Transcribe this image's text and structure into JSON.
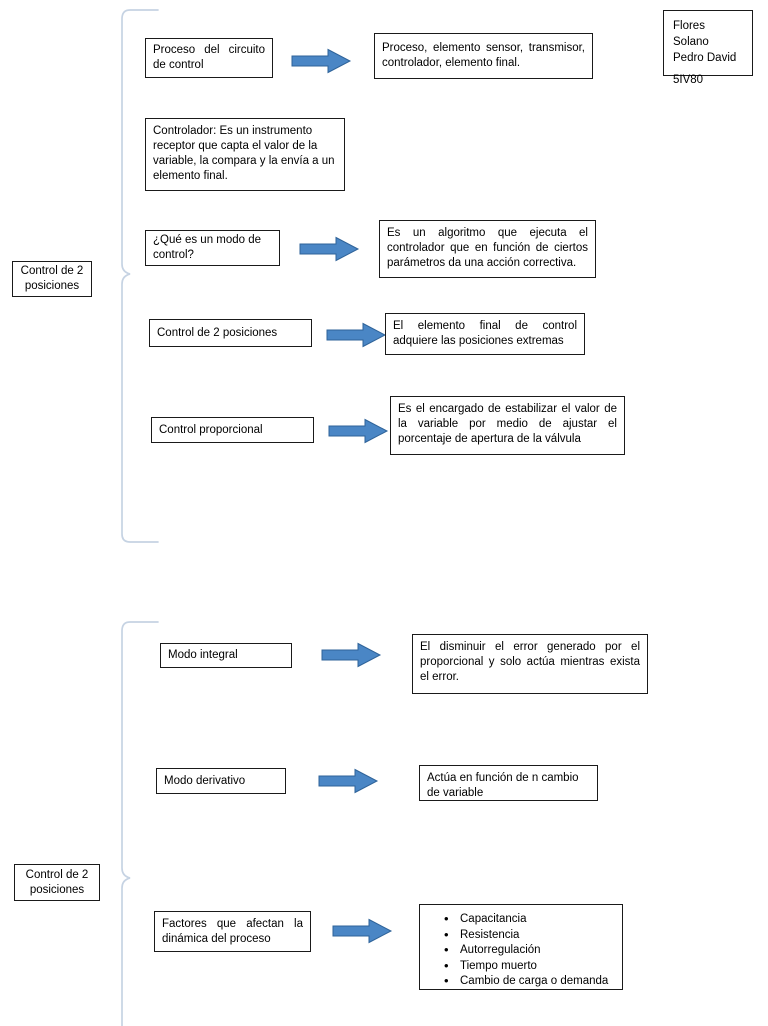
{
  "document": {
    "title": "Control de 2 posiciones - mapa conceptual",
    "colors": {
      "box_border": "#1a1a1a",
      "bracket": "#c6d3e3",
      "arrow_fill": "#4a86c5",
      "arrow_stroke": "#2f6399",
      "background": "#ffffff",
      "text": "#000000"
    }
  },
  "author_card": {
    "name_line1": "Flores Solano",
    "name_line2": "Pedro David",
    "group": "5IV80"
  },
  "section_top": {
    "root_label": "Control de 2 posiciones",
    "rows": [
      {
        "prompt": "Proceso del circuito de control",
        "arrow": "right-arrow-icon",
        "answer": "Proceso, elemento sensor, transmisor, controlador, elemento final."
      },
      {
        "prompt": "Controlador: Es un instrumento receptor que capta el valor de la variable, la compara y la envía a un elemento final.",
        "arrow": null,
        "answer": null
      },
      {
        "prompt": "¿Qué es un modo de control?",
        "arrow": "right-arrow-icon",
        "answer": "Es un algoritmo que ejecuta el controlador que en función de ciertos parámetros da una acción correctiva."
      },
      {
        "prompt": "Control de 2 posiciones",
        "arrow": "right-arrow-icon",
        "answer": "El elemento final de control adquiere las posiciones extremas"
      },
      {
        "prompt": "Control proporcional",
        "arrow": "right-arrow-icon",
        "answer": "Es el encargado de estabilizar el valor de la variable por medio de ajustar el porcentaje de apertura de la válvula"
      }
    ]
  },
  "section_bottom": {
    "root_label": "Control de 2 posiciones",
    "rows": [
      {
        "prompt": "Modo integral",
        "arrow": "right-arrow-icon",
        "answer": "El disminuir el error generado por el proporcional y solo actúa mientras exista el error."
      },
      {
        "prompt": "Modo derivativo",
        "arrow": "right-arrow-icon",
        "answer": "Actúa en función de n cambio de variable"
      },
      {
        "prompt": "Factores que afectan la dinámica del proceso",
        "arrow": "right-arrow-icon",
        "answer_list": [
          "Capacitancia",
          "Resistencia",
          "Autorregulación",
          "Tiempo muerto",
          "Cambio de carga o demanda"
        ]
      }
    ]
  }
}
